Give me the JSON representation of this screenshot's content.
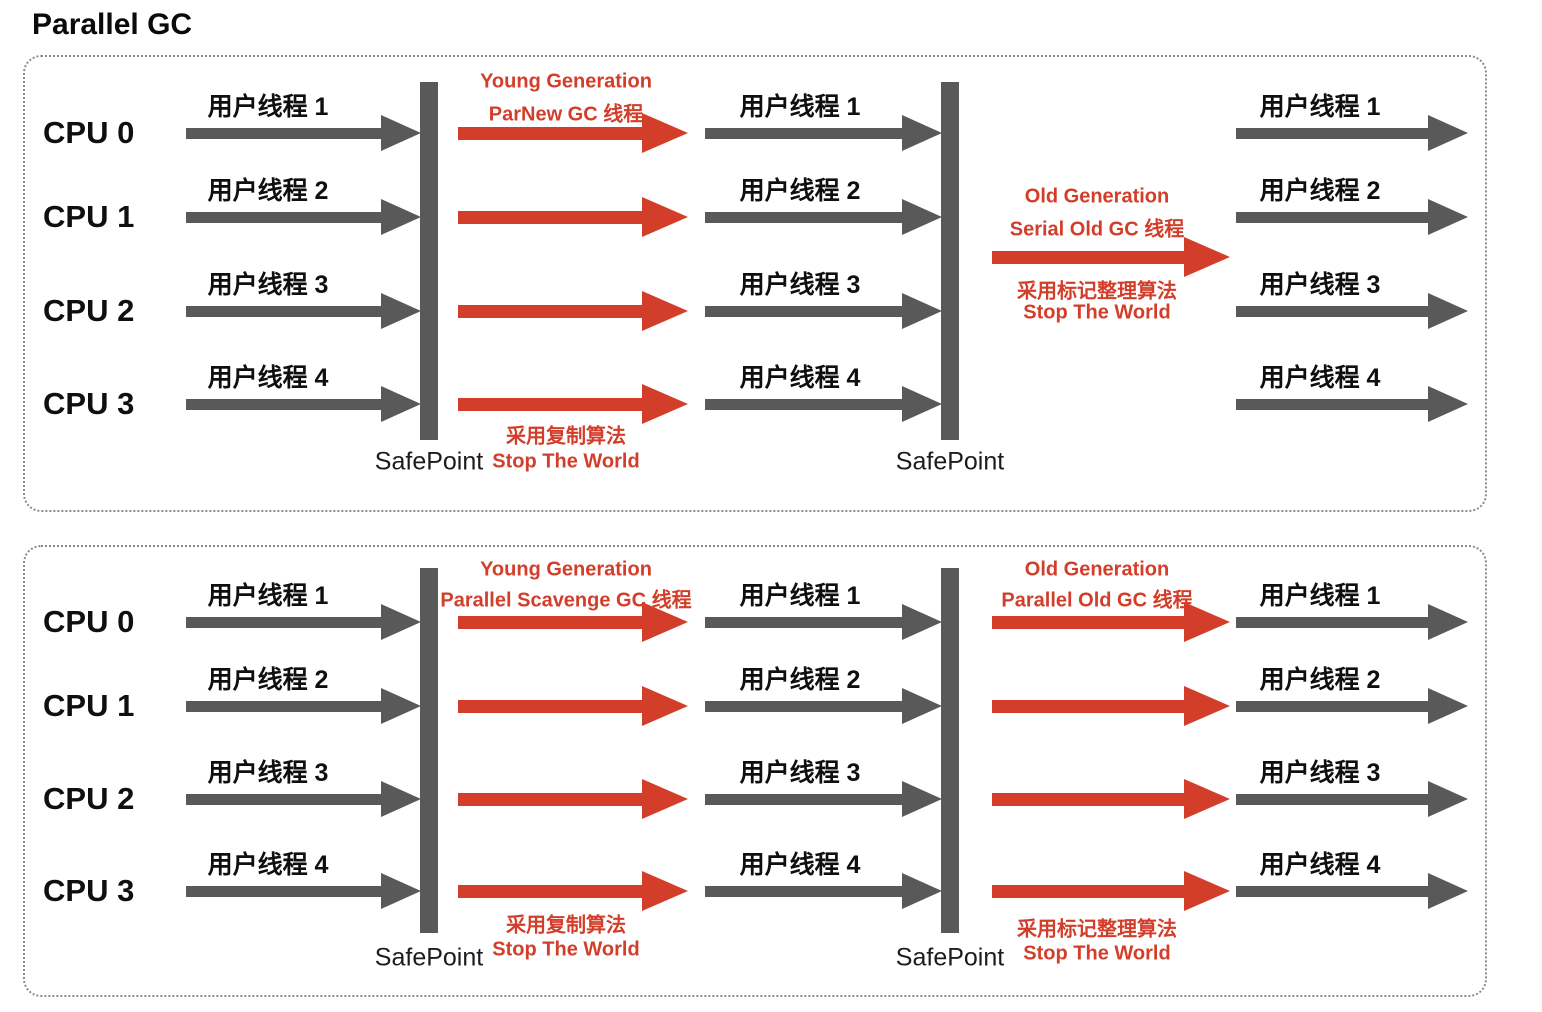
{
  "title": "Parallel GC",
  "colors": {
    "red": "#d33e2a",
    "gray": "#595959",
    "text": "#111111",
    "border": "#8a8a8a"
  },
  "safepoint_label": "SafePoint",
  "cpu_labels": [
    "CPU 0",
    "CPU 1",
    "CPU 2",
    "CPU 3"
  ],
  "thread_labels": [
    "用户线程 1",
    "用户线程 2",
    "用户线程 3",
    "用户线程 4"
  ],
  "panels": [
    {
      "id": "parnew-serial-old",
      "young": {
        "line1": "Young Generation",
        "line2": "ParNew GC 线程",
        "algo": "采用复制算法",
        "stw": "Stop The World"
      },
      "old": {
        "line1": "Old Generation",
        "line2": "Serial Old GC 线程",
        "algo": "采用标记整理算法",
        "stw": "Stop The World",
        "arrows": "single"
      }
    },
    {
      "id": "parallel-scavenge-parallel-old",
      "young": {
        "line1": "Young Generation",
        "line2": "Parallel Scavenge GC 线程",
        "algo": "采用复制算法",
        "stw": "Stop The World"
      },
      "old": {
        "line1": "Old Generation",
        "line2": "Parallel Old GC 线程",
        "algo": "采用标记整理算法",
        "stw": "Stop The World",
        "arrows": "per-cpu"
      }
    }
  ]
}
